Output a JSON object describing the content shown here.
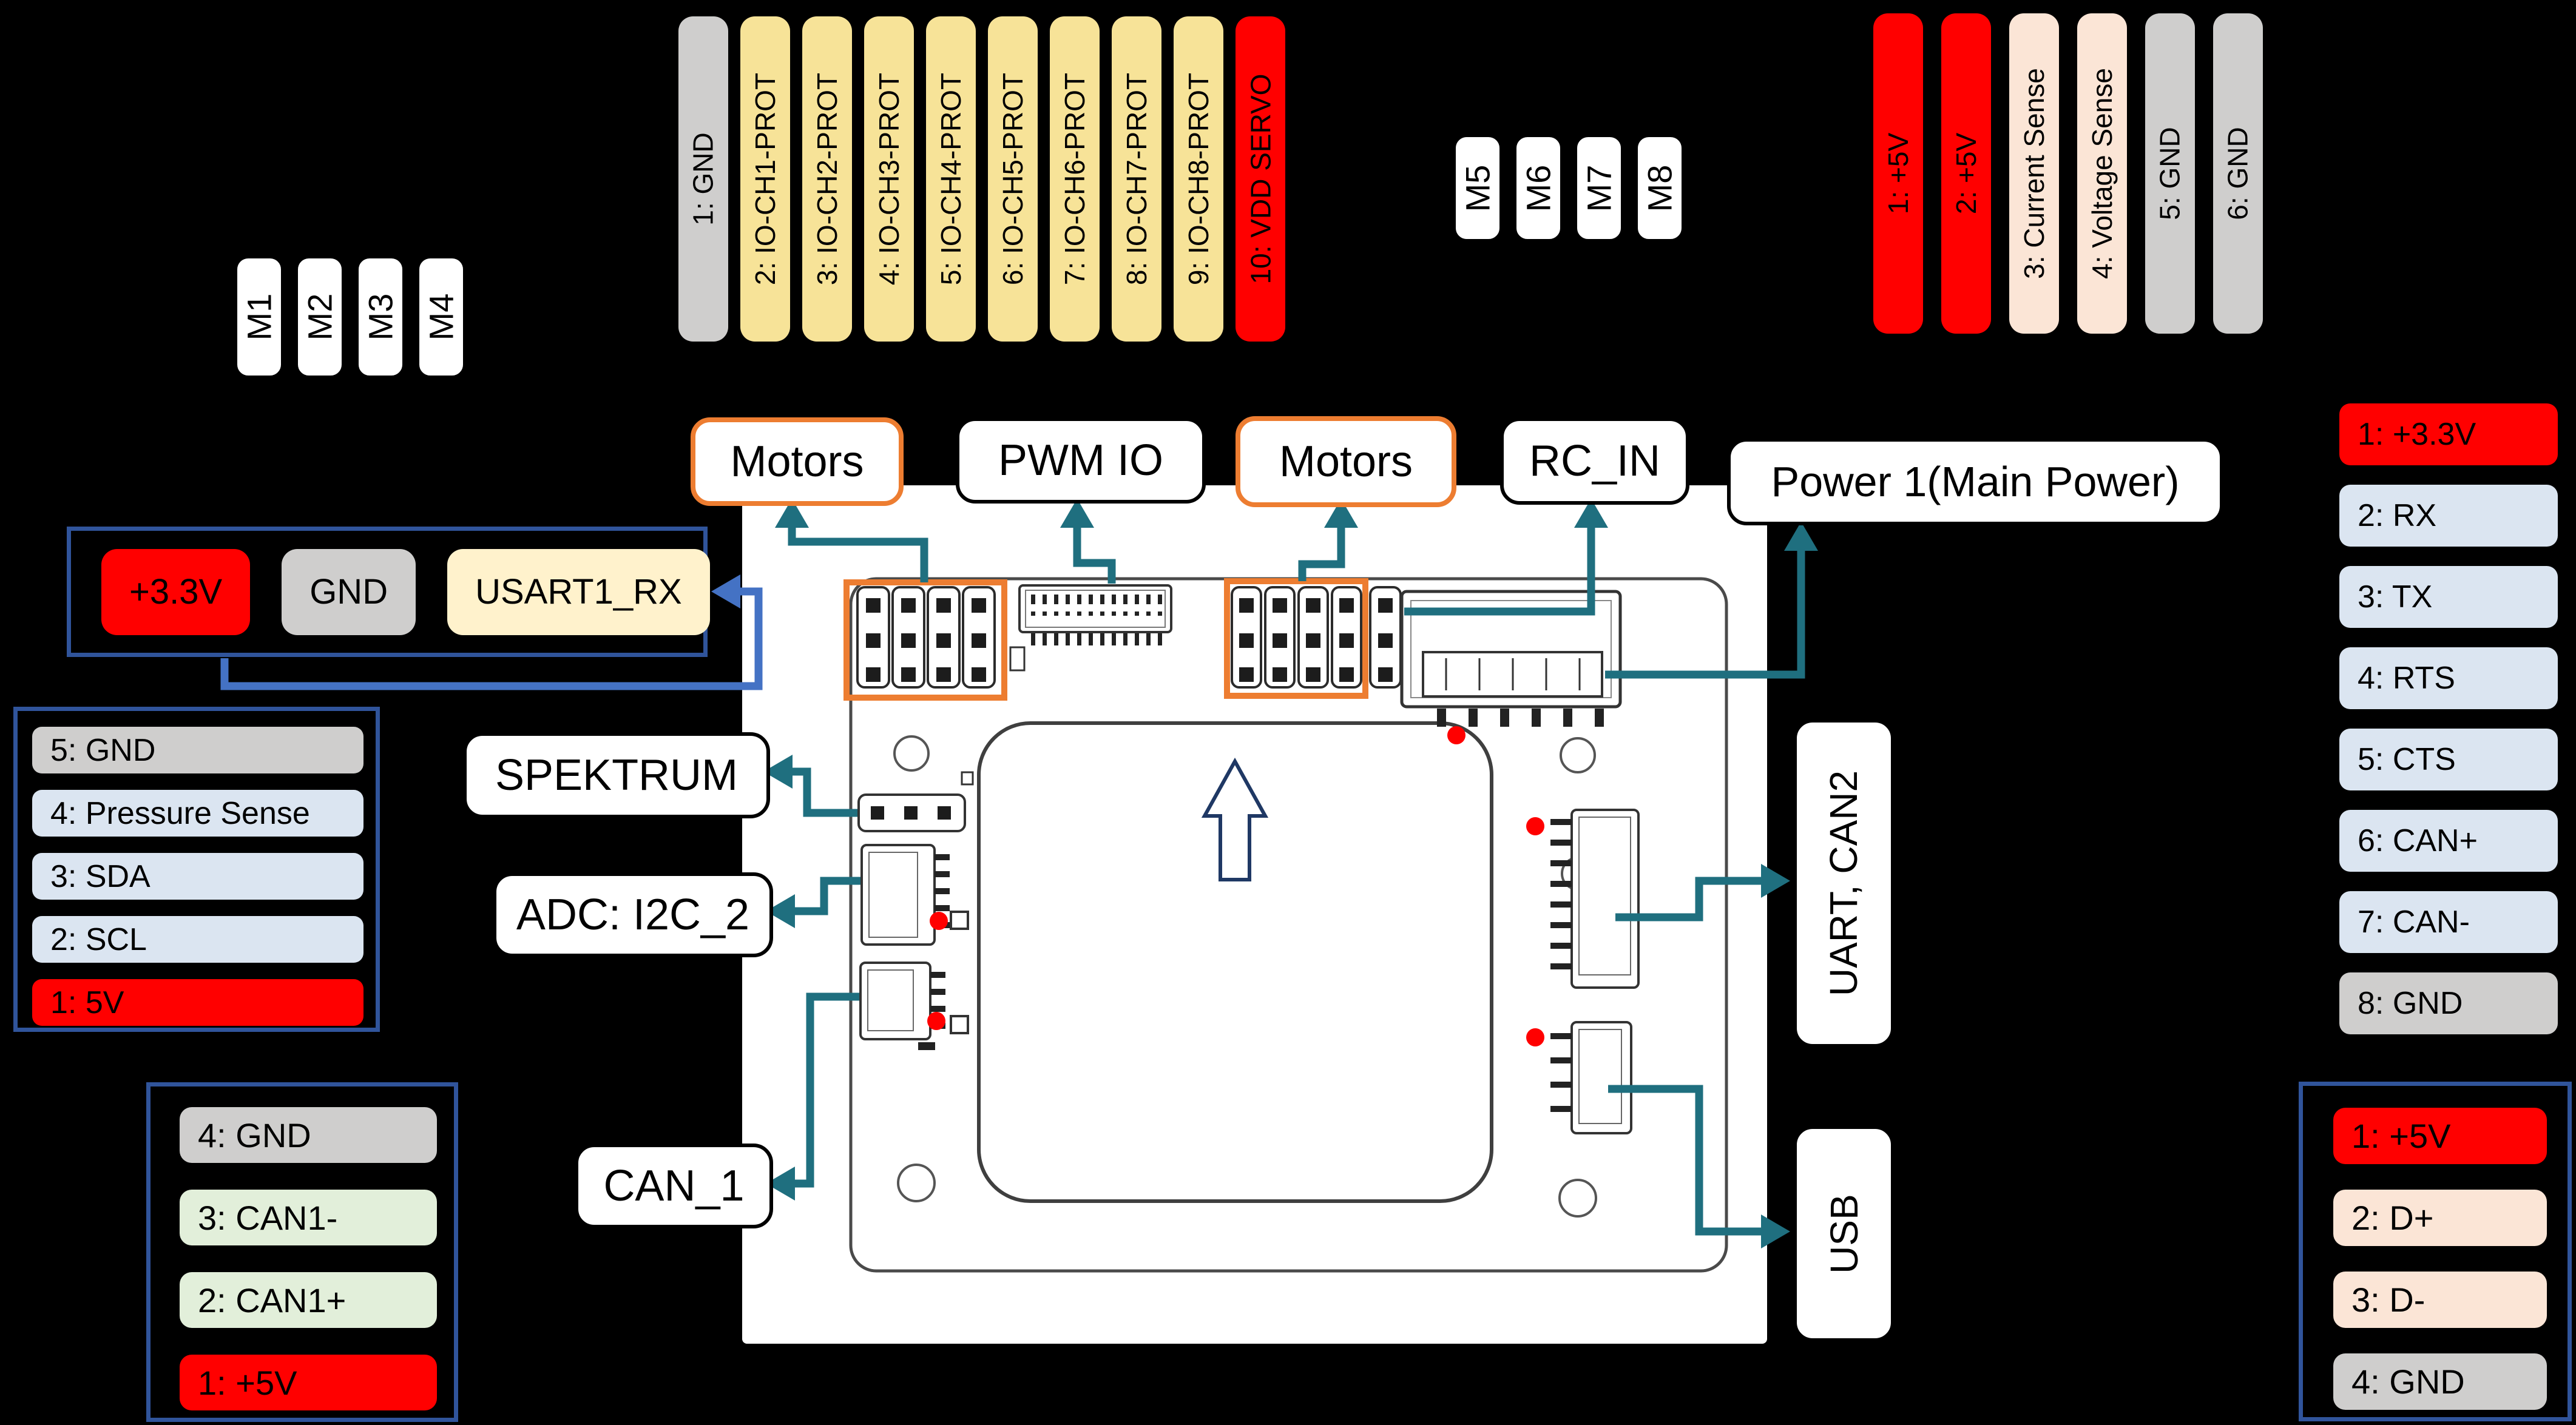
{
  "colors": {
    "background": "#000000",
    "pin_red": "#ff0000",
    "pin_gray": "#cfcecd",
    "pin_tan": "#f7e398",
    "pin_cream": "#fff2cc",
    "pin_peach": "#fbe5d6",
    "pin_light_blue": "#dbe5f1",
    "pin_light_green": "#e2efda",
    "teal_arrow": "#1f6f7f",
    "blue_arrow": "#4472c4",
    "legend_border_navy": "#30549b",
    "highlight_orange": "#ed7d31",
    "pin1_marker_red": "#ff0000"
  },
  "top": {
    "motor_labels_left": [
      "M1",
      "M2",
      "M3",
      "M4"
    ],
    "motor_labels_right": [
      "M5",
      "M6",
      "M7",
      "M8"
    ],
    "io_header_pins": [
      {
        "label": "1: GND",
        "color": "gray"
      },
      {
        "label": "2: IO-CH1-PROT",
        "color": "tan"
      },
      {
        "label": "3: IO-CH2-PROT",
        "color": "tan"
      },
      {
        "label": "4: IO-CH3-PROT",
        "color": "tan"
      },
      {
        "label": "5: IO-CH4-PROT",
        "color": "tan"
      },
      {
        "label": "6: IO-CH5-PROT",
        "color": "tan"
      },
      {
        "label": "7: IO-CH6-PROT",
        "color": "tan"
      },
      {
        "label": "8: IO-CH7-PROT",
        "color": "tan"
      },
      {
        "label": "9: IO-CH8-PROT",
        "color": "tan"
      },
      {
        "label": "10: VDD SERVO",
        "color": "red"
      }
    ],
    "power_header_pins": [
      {
        "label": "1: +5V",
        "color": "red"
      },
      {
        "label": "2: +5V",
        "color": "red"
      },
      {
        "label": "3: Current Sense",
        "color": "peach"
      },
      {
        "label": "4: Voltage Sense",
        "color": "peach"
      },
      {
        "label": "5: GND",
        "color": "gray"
      },
      {
        "label": "6: GND",
        "color": "gray"
      }
    ]
  },
  "board_labels": {
    "motors1": "Motors",
    "pwm_io": "PWM IO",
    "motors2": "Motors",
    "rc_in": "RC_IN",
    "power1": "Power 1(Main Power)",
    "spektrum": "SPEKTRUM",
    "adc_i2c": "ADC: I2C_2",
    "can1": "CAN_1",
    "uart_can2": "UART, CAN2",
    "usb": "USB"
  },
  "usart1_pinout": {
    "pins": [
      {
        "label": "+3.3V",
        "color": "red"
      },
      {
        "label": "GND",
        "color": "gray"
      },
      {
        "label": "USART1_RX",
        "color": "cream"
      }
    ]
  },
  "i2c2_pinout": {
    "pins": [
      {
        "label": "5: GND",
        "color": "gray"
      },
      {
        "label": "4: Pressure Sense",
        "color": "blue"
      },
      {
        "label": "3: SDA",
        "color": "blue"
      },
      {
        "label": "2: SCL",
        "color": "blue"
      },
      {
        "label": "1: 5V",
        "color": "red"
      }
    ]
  },
  "can1_pinout": {
    "pins": [
      {
        "label": "4: GND",
        "color": "gray"
      },
      {
        "label": "3: CAN1-",
        "color": "green"
      },
      {
        "label": "2: CAN1+",
        "color": "green"
      },
      {
        "label": "1: +5V",
        "color": "red"
      }
    ]
  },
  "uart_can2_pinout": {
    "pins": [
      {
        "label": "1: +3.3V",
        "color": "red"
      },
      {
        "label": "2: RX",
        "color": "blue"
      },
      {
        "label": "3: TX",
        "color": "blue"
      },
      {
        "label": "4: RTS",
        "color": "blue"
      },
      {
        "label": "5: CTS",
        "color": "blue"
      },
      {
        "label": "6: CAN+",
        "color": "blue"
      },
      {
        "label": "7: CAN-",
        "color": "blue"
      },
      {
        "label": "8: GND",
        "color": "gray"
      }
    ]
  },
  "usb_pinout": {
    "pins": [
      {
        "label": "1: +5V",
        "color": "red"
      },
      {
        "label": "2: D+",
        "color": "peach"
      },
      {
        "label": "3: D-",
        "color": "peach"
      },
      {
        "label": "4: GND",
        "color": "gray"
      }
    ]
  }
}
